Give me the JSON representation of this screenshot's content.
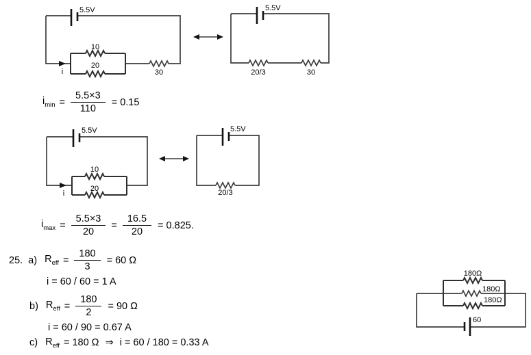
{
  "colors": {
    "wire": "#3d3d3d",
    "text": "#000000"
  },
  "circuit1": {
    "battery": "5.5V",
    "r_top": "10",
    "r_mid": "20",
    "r_series": "30",
    "current": "i"
  },
  "circuit2": {
    "battery": "5.5V",
    "r_left": "20/3",
    "r_right": "30"
  },
  "circuit3": {
    "battery": "5.5V",
    "r_top": "10",
    "r_mid": "20",
    "current": "i"
  },
  "circuit4": {
    "battery": "5.5V",
    "r": "20/3"
  },
  "circuit5": {
    "r_top": "180Ω",
    "r_mid": "180Ω",
    "r_bot": "180Ω",
    "battery": "60"
  },
  "imin": {
    "v": "i",
    "sub": "min",
    "eq": "=",
    "num": "5.5×3",
    "den": "110",
    "result": "= 0.15"
  },
  "imax": {
    "v": "i",
    "sub": "max",
    "eq": "=",
    "num1": "5.5×3",
    "den1": "20",
    "eq2": "=",
    "num2": "16.5",
    "den2": "20",
    "result": "= 0.825."
  },
  "p25": {
    "number": "25.",
    "r": "R",
    "rsub": "eff",
    "eq": "=",
    "a_label": "a)",
    "a_num": "180",
    "a_den": "3",
    "a_result": "= 60 Ω",
    "a_line2": "i = 60 / 60 = 1 A",
    "b_label": "b)",
    "b_num": "180",
    "b_den": "2",
    "b_result": "= 90 Ω",
    "b_line2": "i = 60 / 90 = 0.67 A",
    "c_label": "c)",
    "c_val": "= 180 Ω",
    "c_arrow": "⇒",
    "c_rest": "i = 60 / 180 = 0.33 A"
  }
}
